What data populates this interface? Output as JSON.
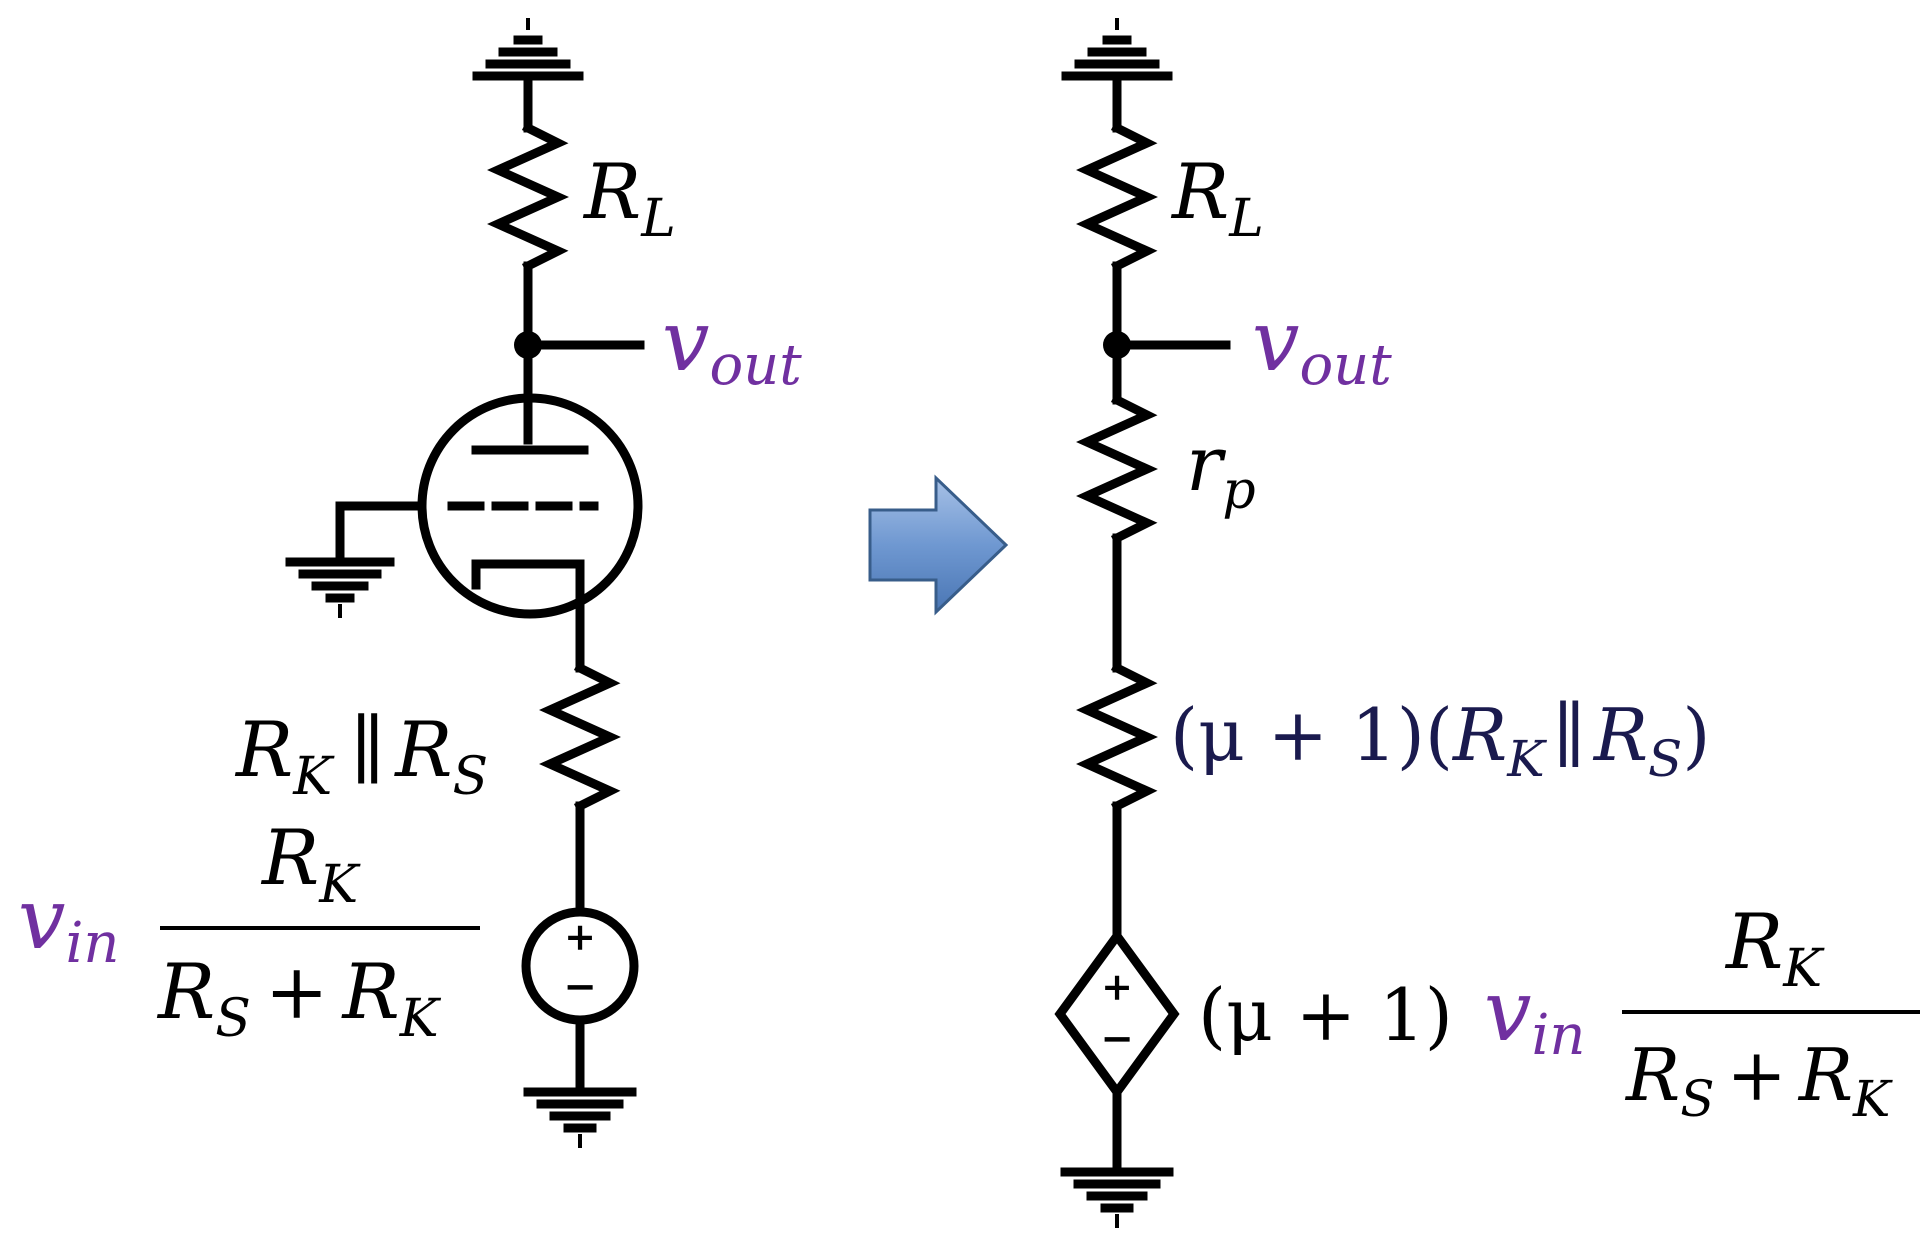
{
  "colors": {
    "wire": "#000000",
    "accent_var": "#7030a0",
    "expression_text": "#1a1a4e",
    "arrow_fill": "#4f81bd",
    "arrow_stroke": "#385d8a"
  },
  "left_circuit": {
    "load_resistor": {
      "base": "R",
      "sub": "L"
    },
    "output": {
      "base": "v",
      "sub": "out"
    },
    "cathode_resistor": {
      "r1": "R",
      "s1": "K",
      "par": "∥",
      "r2": "R",
      "s2": "S"
    },
    "source": {
      "vin": {
        "base": "v",
        "sub": "in"
      },
      "numerator": {
        "base": "R",
        "sub": "K"
      },
      "denominator": {
        "r1": "R",
        "s1": "S",
        "plus": "+",
        "r2": "R",
        "s2": "K"
      },
      "plus_sign": "+",
      "minus_sign": "−"
    }
  },
  "right_circuit": {
    "load_resistor": {
      "base": "R",
      "sub": "L"
    },
    "output": {
      "base": "v",
      "sub": "out"
    },
    "plate_resistor": {
      "base": "r",
      "sub": "p"
    },
    "cathode_expr": {
      "prefix": "(μ + 1)(",
      "r1": "R",
      "s1": "K",
      "par": "∥",
      "r2": "R",
      "s2": "S",
      "suffix": ")"
    },
    "source_expr": {
      "prefix": "(μ + 1)",
      "vin": {
        "base": "v",
        "sub": "in"
      },
      "numerator": {
        "base": "R",
        "sub": "K"
      },
      "denominator": {
        "r1": "R",
        "s1": "S",
        "plus": "+",
        "r2": "R",
        "s2": "K"
      },
      "plus_sign": "+",
      "minus_sign": "−"
    }
  },
  "arrow_icon": "right-arrow-icon"
}
